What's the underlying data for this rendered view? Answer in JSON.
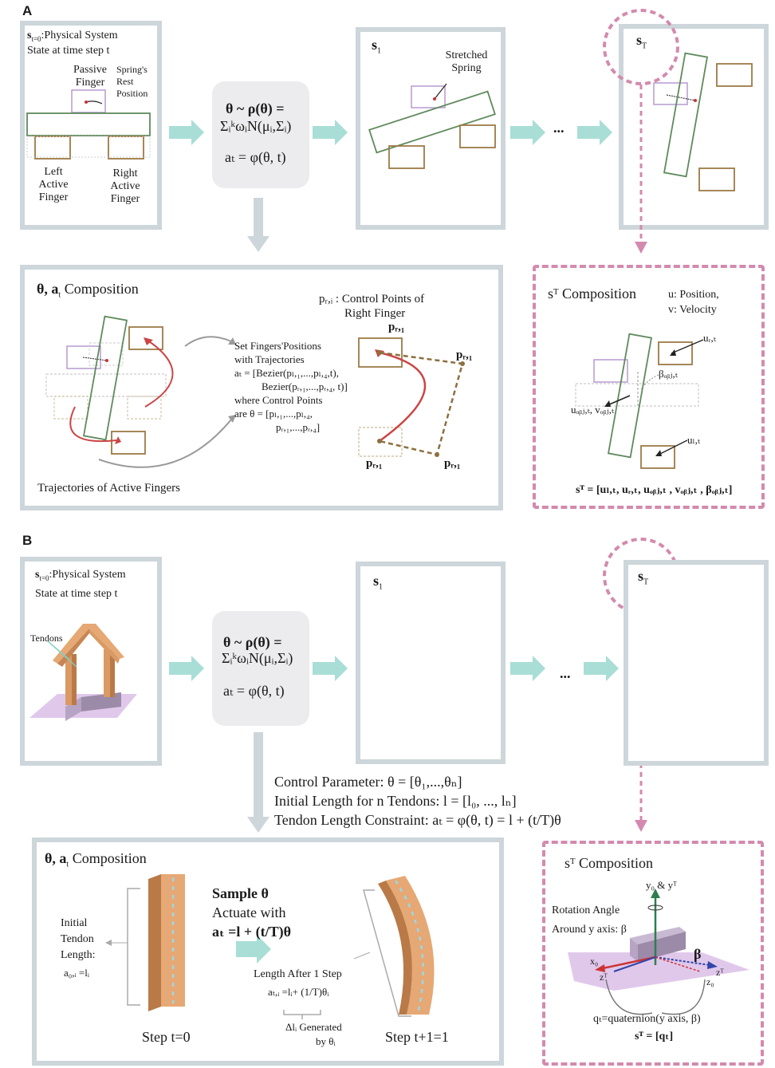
{
  "sectionA": {
    "label": "A",
    "state0": {
      "sym": "s",
      "sub": "t=0",
      "title": ":Physical System",
      "line2": "State at time step t",
      "passive": "Passive\nFinger",
      "rest": "Spring's\nRest\nPosition",
      "left": "Left\nActive\nFinger",
      "right": "Right\nActive\nFinger"
    },
    "policy": {
      "l1": "θ ~ ρ(θ) =",
      "l2": "ΣᵢᵏωᵢN(μᵢ,Σᵢ)",
      "l3": "aₜ = φ(θ, t)"
    },
    "state1": {
      "sym": "s",
      "sub": "1",
      "spring": "Stretched\nSpring"
    },
    "ellipsis": "...",
    "stateT": {
      "sym": "s",
      "sub": "T"
    },
    "thetaComp": {
      "title_sym": "θ, a",
      "title_sub": "t",
      "title_rest": " Composition",
      "traj_label": "Trajectories of Active Fingers",
      "desc1": "Set Fingers'Positions",
      "desc2": "with Trajectories",
      "desc3": "aₜ = [Bezier(pₗ,₁,...,pₗ,₄,t),",
      "desc4": "Bezier(pᵣ,₁,...,pᵣ,₄, t)]",
      "desc5": "where Control Points",
      "desc6": "are θ = [pₗ,₁,...,pₗ,₄,",
      "desc7": "pᵣ,₁,...,pᵣ,₄]",
      "cp_title": "pᵣ,ᵢ : Control Points of",
      "cp_title2": "Right Finger",
      "cp": "pᵣ,₁"
    },
    "sTComp": {
      "title": "sᵀ Composition",
      "u": "u: Position,",
      "v": "v: Velocity",
      "urt": "uᵣ,ₜ",
      "ult": "uₗ,ₜ",
      "uobj": "uₒᵦⱼ,ₜ, vₒᵦⱼ,ₜ",
      "beta": "βₒᵦⱼ,ₜ",
      "formula": "sᵀ = [uₗ,ₜ, uᵣ,ₜ, uₒᵦⱼ,ₜ , vₒᵦⱼ,ₜ , βₒᵦⱼ,ₜ]"
    }
  },
  "sectionB": {
    "label": "B",
    "state0": {
      "sym": "s",
      "sub": "t=0",
      "title": ":Physical System",
      "line2": "State at time step t",
      "tendons": "Tendons"
    },
    "policy": {
      "l1": "θ ~ ρ(θ) =",
      "l2": "ΣᵢᵏωᵢN(μᵢ,Σᵢ)",
      "l3": "aₜ = φ(θ, t)"
    },
    "state1": {
      "sym": "s",
      "sub": "1"
    },
    "ellipsis": "...",
    "stateT": {
      "sym": "s",
      "sub": "T"
    },
    "params": {
      "l1": "Control Parameter: θ = [θ₁,...,θₙ]",
      "l2": "Initial Length for n Tendons: l = [l₀, ..., lₙ]",
      "l3": "Tendon Length Constraint: aₜ = φ(θ, t) = l + (t/T)θ"
    },
    "thetaComp": {
      "title_sym": "θ, a",
      "title_sub": "t",
      "title_rest": " Composition",
      "init1": "Initial",
      "init2": "Tendon",
      "init3": "Length:",
      "init4": "a₀,ᵢ =lᵢ",
      "sample": "Sample θ",
      "actuate": "Actuate with",
      "formula": "aₜ =l + (t/T)θ",
      "after": "Length After 1 Step",
      "after2": "aₜ,ᵢ =lᵢ+ (1/T)θᵢ",
      "delta": "Δlᵢ Generated",
      "delta2": "by θᵢ",
      "step0": "Step t=0",
      "step1": "Step t+1=1"
    },
    "sTComp": {
      "title": "sᵀ Composition",
      "axis": "y₀ & yᵀ",
      "rot1": "Rotation   Angle",
      "rot2": "Around y axis: β",
      "beta": "β",
      "x0": "x₀",
      "zT": "zᵀ",
      "z0": "z₀",
      "q": "qₜ=quaternion(y axis, β)",
      "formula": "sᵀ = [qₜ]"
    }
  },
  "colors": {
    "panel_border": "#cdd6da",
    "arrow_teal": "#a8ded6",
    "dashed_pink": "#d38aae",
    "finger_brown": "#9c7a45",
    "object_green": "#5f8a5c",
    "passive_purple": "#b79ad1",
    "traj_red": "#cc4444"
  }
}
